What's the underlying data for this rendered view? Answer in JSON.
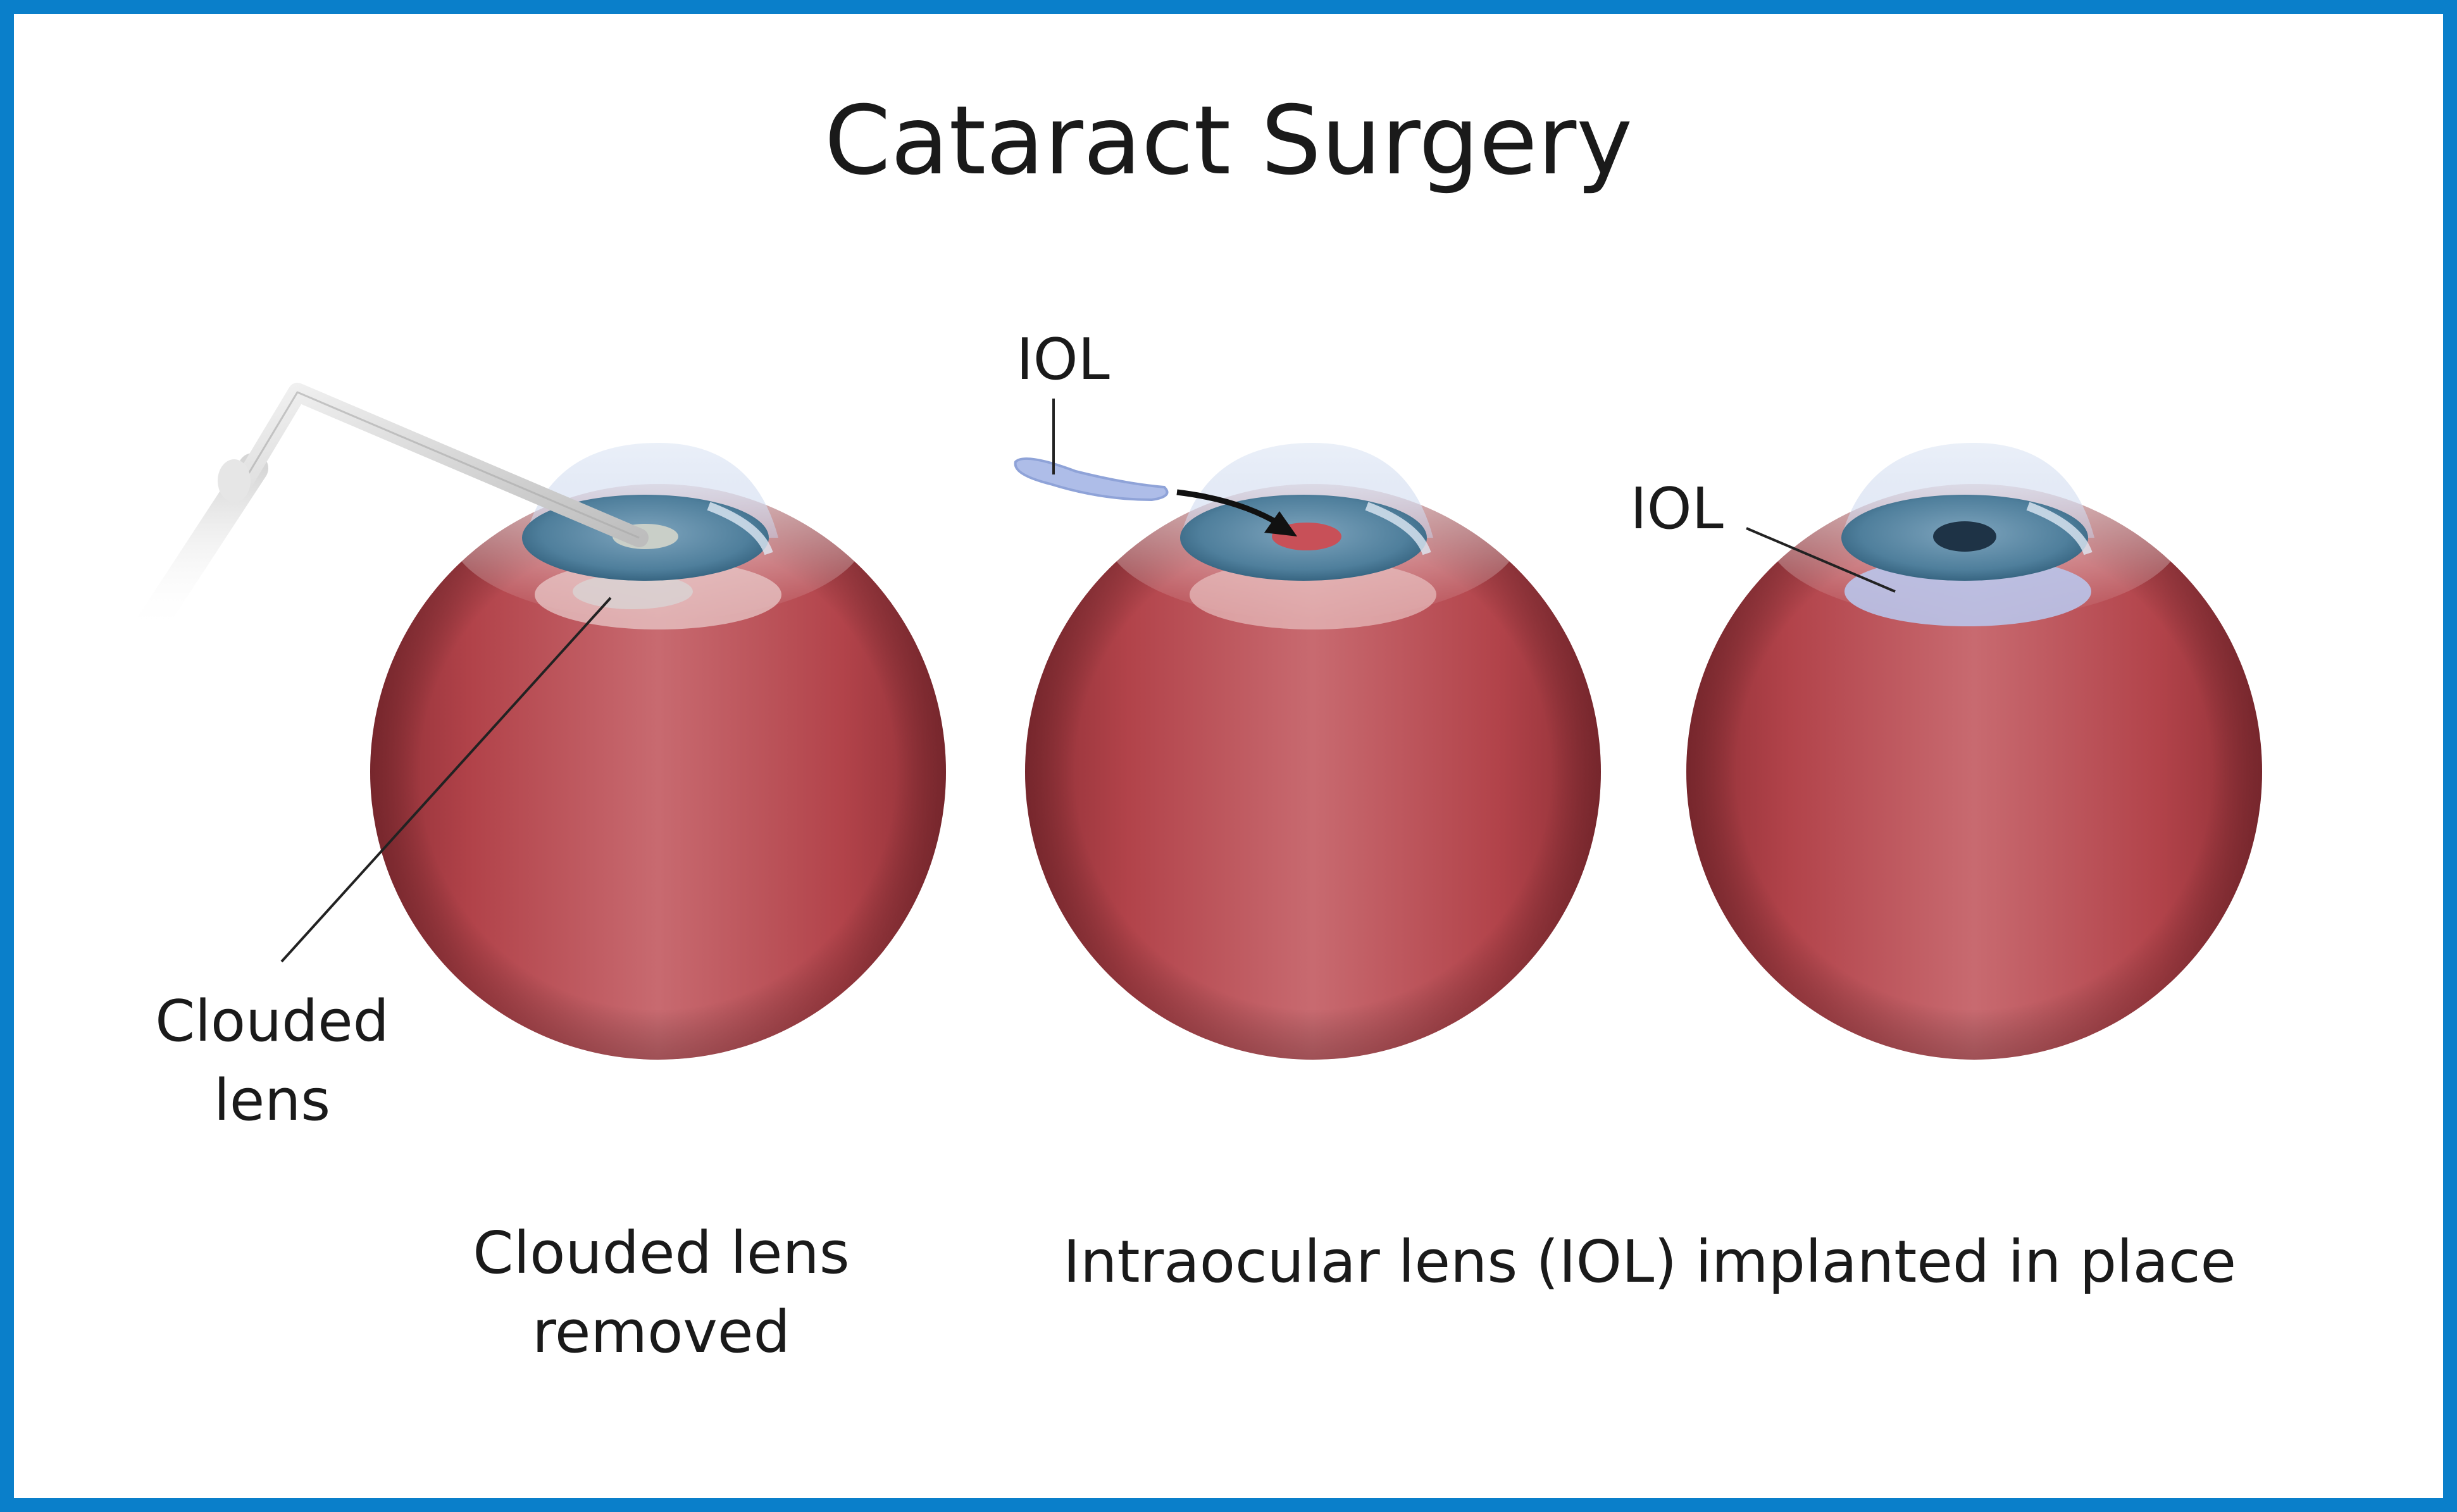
{
  "title": "Cataract Surgery",
  "labels": {
    "clouded_lens": [
      "Clouded",
      "lens"
    ],
    "iol_middle": "IOL",
    "iol_right": "IOL"
  },
  "captions": {
    "removed": [
      "Clouded lens",
      "removed"
    ],
    "implanted": "Intraocular lens (IOL) implanted in place"
  },
  "colors": {
    "border": "#0a7fca",
    "eyeball": "#b94a50",
    "iris": "#4f7f9c",
    "iol": "#aebde8",
    "probe": "#d9d9d9"
  }
}
